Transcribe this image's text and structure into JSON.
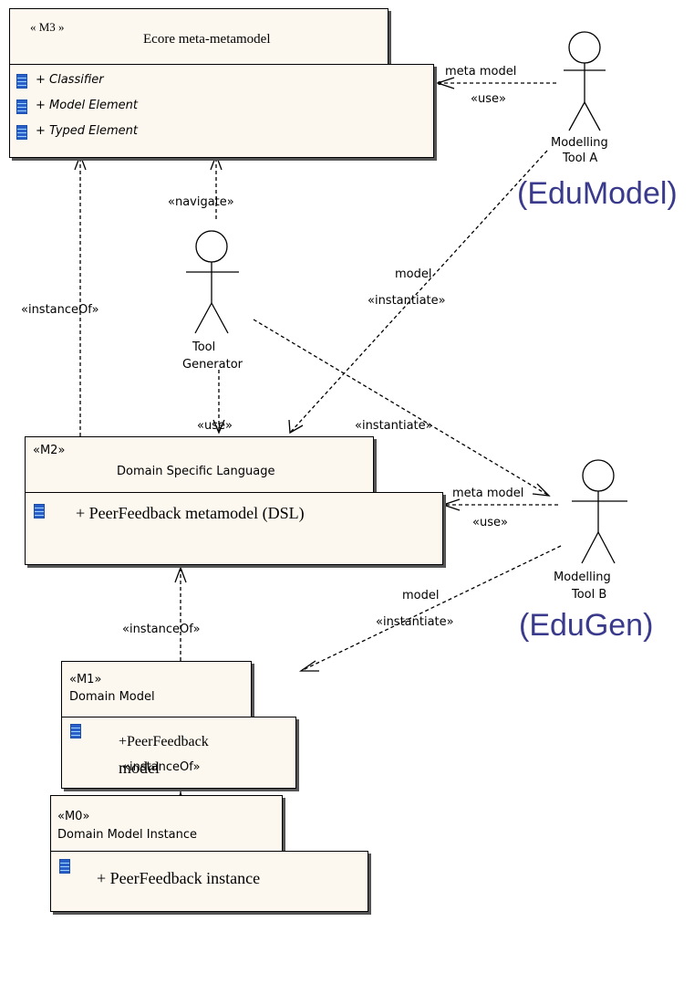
{
  "m3": {
    "stereotype": "« M3 »",
    "title": "Ecore meta-metamodel",
    "items": [
      "+ Classifier",
      "+ Model Element",
      "+ Typed Element"
    ]
  },
  "m2": {
    "stereotype": "«M2»",
    "title": "Domain Specific Language",
    "item": "+ PeerFeedback metamodel (DSL)"
  },
  "m1": {
    "stereotype": "«M1»",
    "title": "Domain Model",
    "item_line1": "+PeerFeedback",
    "item_line2": "model"
  },
  "m0": {
    "stereotype": "«M0»",
    "title": "Domain Model Instance",
    "item": "+ PeerFeedback instance"
  },
  "actors": {
    "tool_a": {
      "line1": "Modelling",
      "line2": "Tool A",
      "product": "(EduModel)"
    },
    "tool_b": {
      "line1": "Modelling",
      "line2": "Tool B",
      "product": "(EduGen)"
    },
    "generator": {
      "line1": "Tool",
      "line2": "Generator"
    }
  },
  "edges": {
    "meta_model_a": "meta model",
    "use_a": "«use»",
    "navigate": "«navigate»",
    "instance_of_m2_m3": "«instanceOf»",
    "model_a": "model",
    "instantiate_a": "«instantiate»",
    "use_gen": "«use»",
    "instantiate_gen": "«instantiate»",
    "meta_model_b": "meta model",
    "use_b": "«use»",
    "model_b": "model",
    "instantiate_b": "«instantiate»",
    "instance_of_m1_m2": "«instanceOf»",
    "instance_of_m0_m1": "«instanceOf»"
  },
  "colors": {
    "box_fill": "#fcf8ef",
    "product_text": "#3a3a8c",
    "icon": "#2a5fc7"
  }
}
